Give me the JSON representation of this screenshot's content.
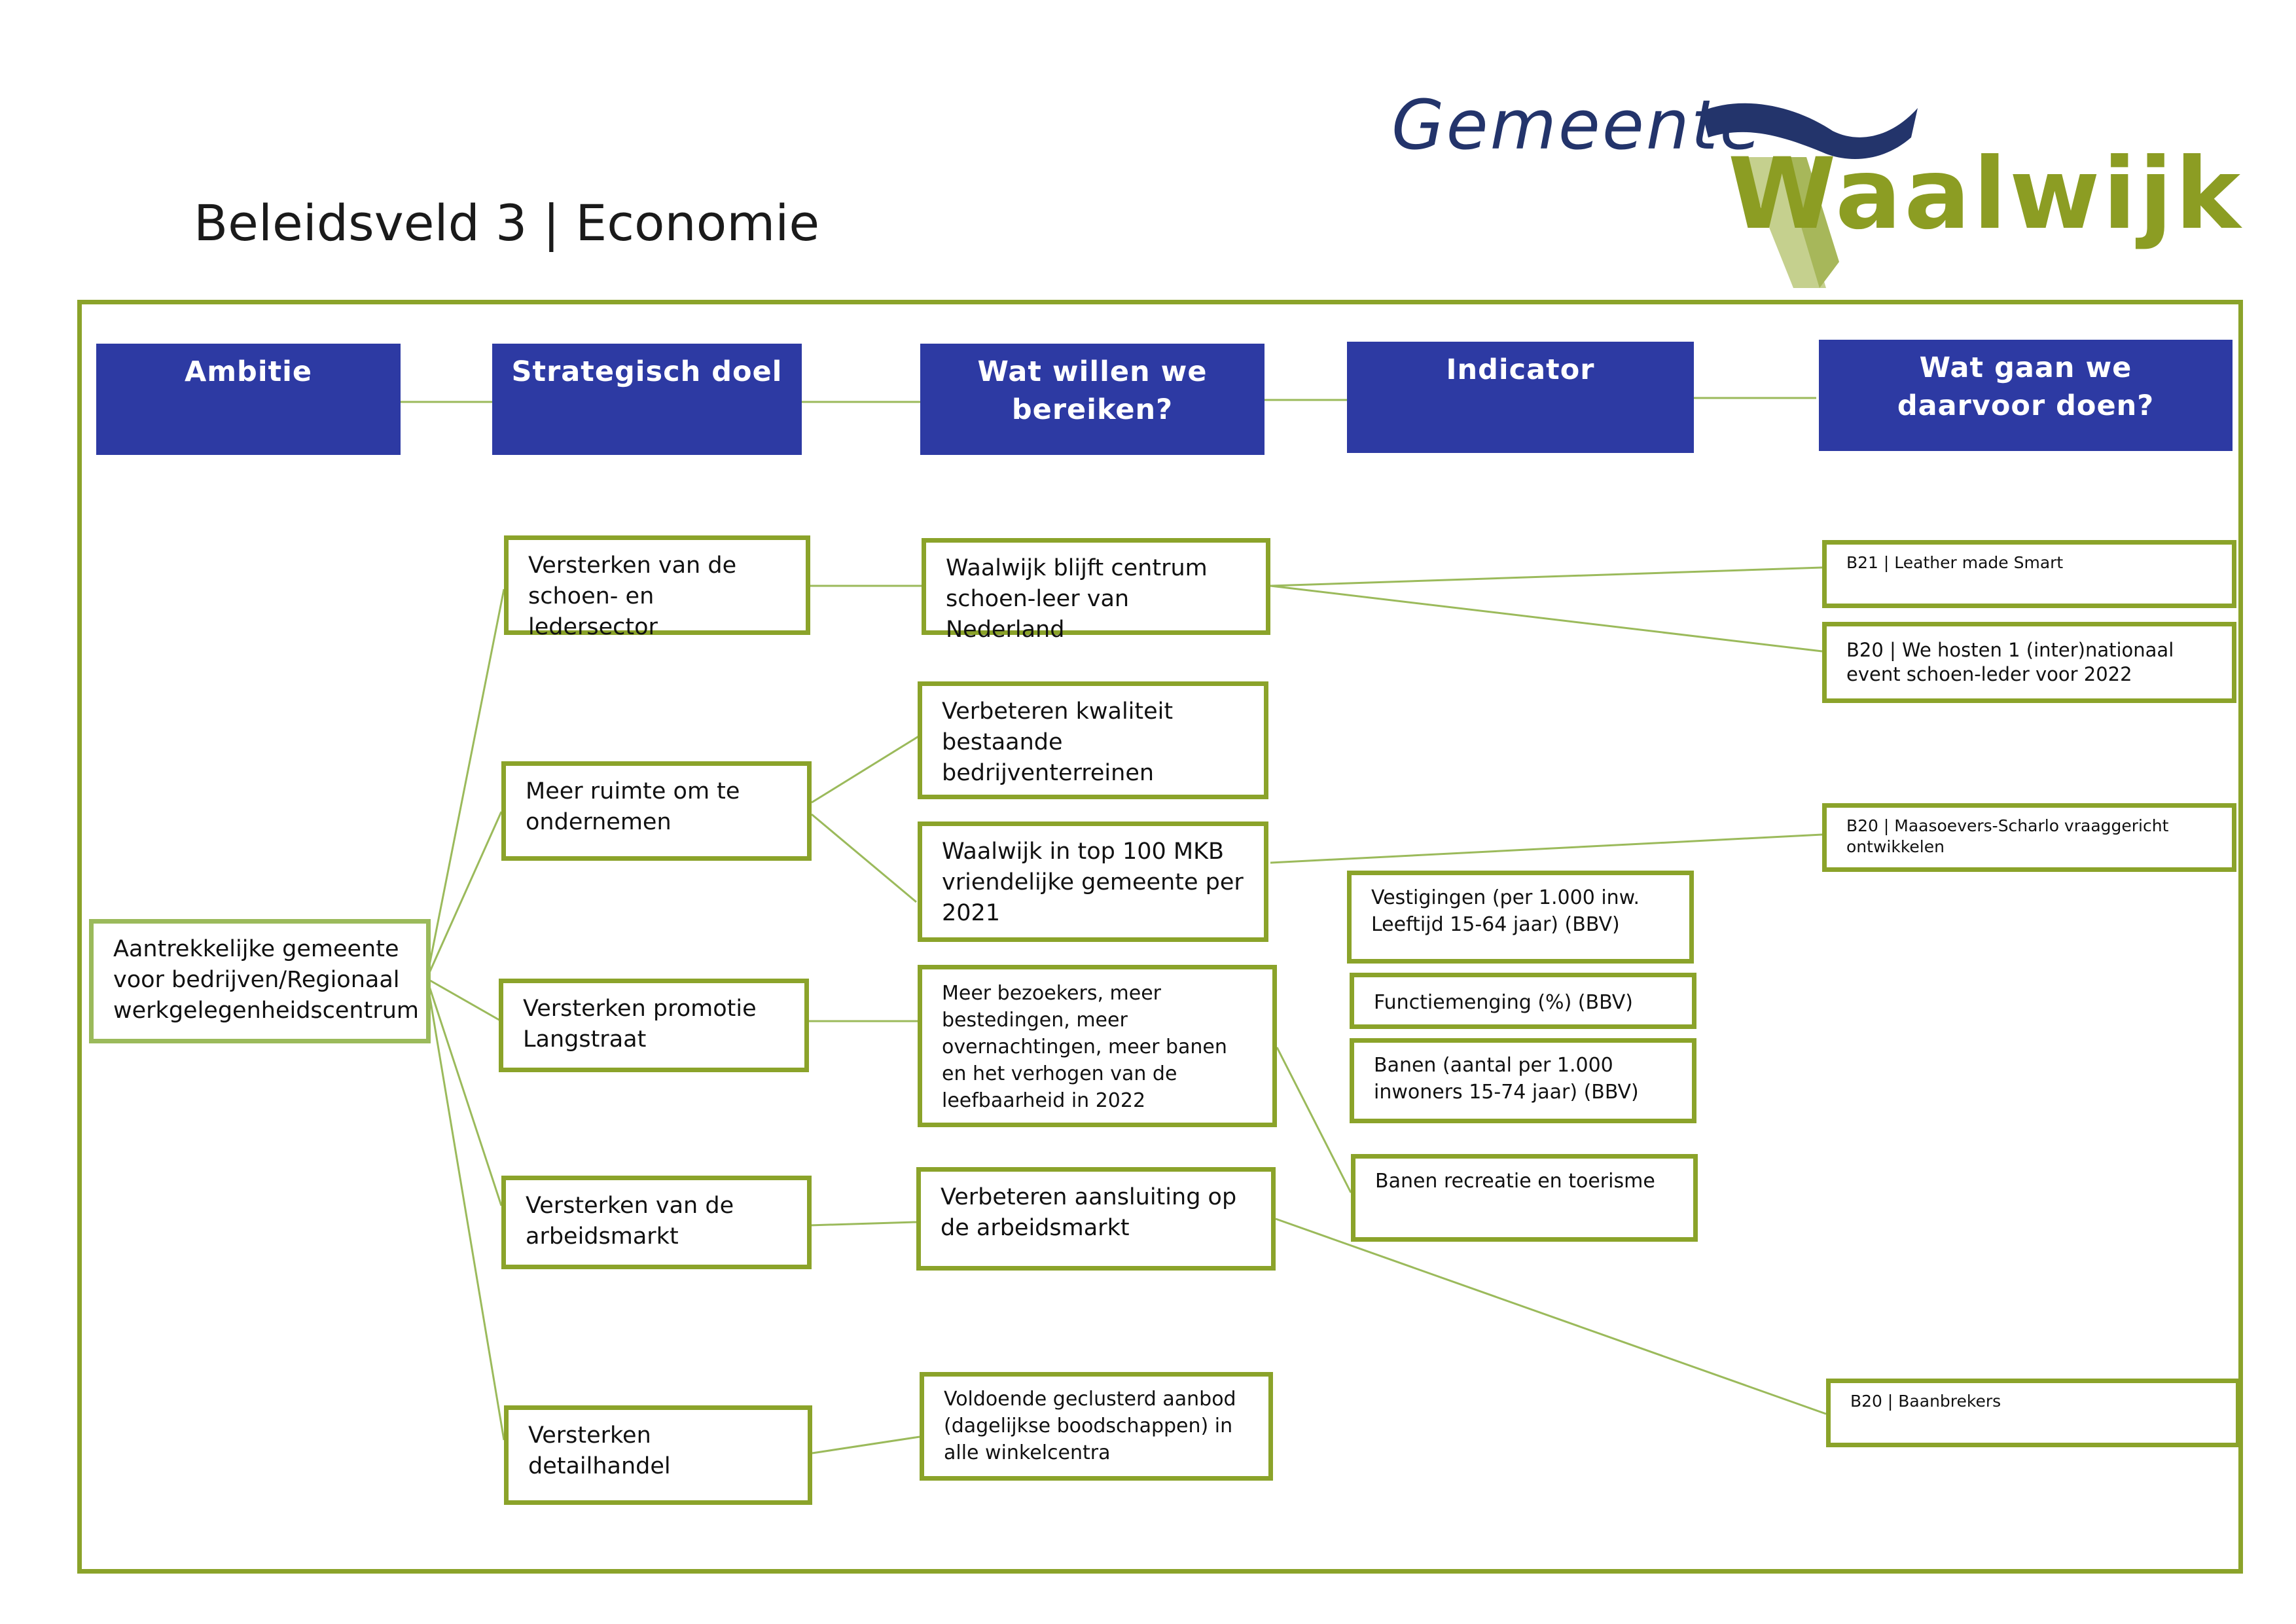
{
  "page": {
    "title": "Beleidsveld 3 | Economie"
  },
  "logo": {
    "line1": "Gemeente",
    "line2": "Waalwijk"
  },
  "colors": {
    "header_fill": "#2d3aa3",
    "box_border": "#8ba32a",
    "connector": "#9bba5b",
    "logo_blue": "#23346b",
    "logo_green": "#8c9d23"
  },
  "headers": {
    "ambitie": "Ambitie",
    "strategisch_doel": "Strategisch doel",
    "wat_willen_we": "Wat willen we bereiken?",
    "indicator": "Indicator",
    "wat_gaan_we": "Wat gaan we daarvoor doen?"
  },
  "ambitie": "Aantrekkelijke gemeente voor bedrijven/Regionaal werkgelegenheidscentrum",
  "doelen": {
    "schoen": "Versterken van de schoen- en ledersector",
    "ruimte": "Meer ruimte om te ondernemen",
    "promotie": "Versterken promotie Langstraat",
    "arbeid": "Versterken van de arbeidsmarkt",
    "detail": "Versterken detailhandel"
  },
  "bereiken": {
    "centrum": "Waalwijk blijft centrum schoen-leer van Nederland",
    "kwaliteit": "Verbeteren kwaliteit bestaande bedrijventerreinen",
    "mkb": "Waalwijk in top 100 MKB vriendelijke gemeente per 2021",
    "bezoekers": "Meer bezoekers, meer bestedingen, meer overnachtingen, meer banen en het verhogen van de leefbaarheid in 2022",
    "aansluiting": "Verbeteren aansluiting op de arbeidsmarkt",
    "aanbod": "Voldoende geclusterd aanbod (dagelijkse boodschappen) in alle winkelcentra"
  },
  "indicatoren": {
    "vestigingen": "Vestigingen (per 1.000 inw. Leeftijd 15-64 jaar) (BBV)",
    "functiemenging": "Functiemenging (%) (BBV)",
    "banen": "Banen (aantal per 1.000 inwoners 15-74 jaar) (BBV)",
    "recreatie": "Banen recreatie en toerisme"
  },
  "acties": {
    "leather": "B21 | Leather made Smart",
    "event": "B20 | We hosten 1 (inter)nationaal event schoen-leder voor 2022",
    "maasoevers": "B20 | Maasoevers-Scharlo vraaggericht ontwikkelen",
    "baanbrekers": "B20 | Baanbrekers"
  }
}
